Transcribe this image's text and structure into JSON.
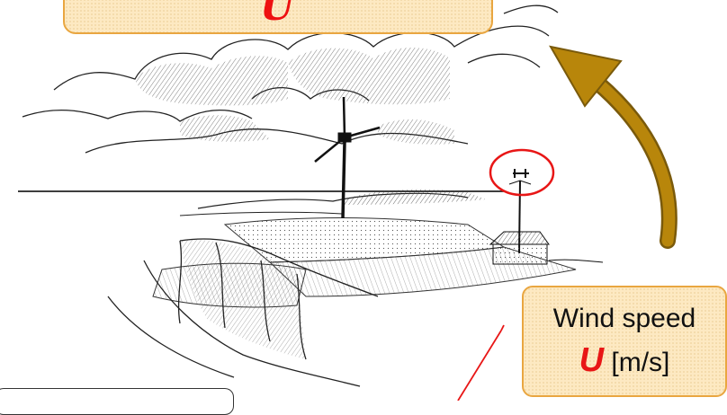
{
  "formula": {
    "symbol": "U",
    "text_before": "",
    "text_after": ""
  },
  "wind_callout": {
    "title": "Wind speed",
    "symbol": "U",
    "unit": "[m/s]"
  },
  "colors": {
    "callout_fill": "#fde9c2",
    "callout_border": "#e9a640",
    "arrow": "#b8860b",
    "highlight_red": "#e81616"
  },
  "icons": [
    "curved-arrow-icon",
    "wind-turbine-icon",
    "anemometer-mast-icon"
  ]
}
